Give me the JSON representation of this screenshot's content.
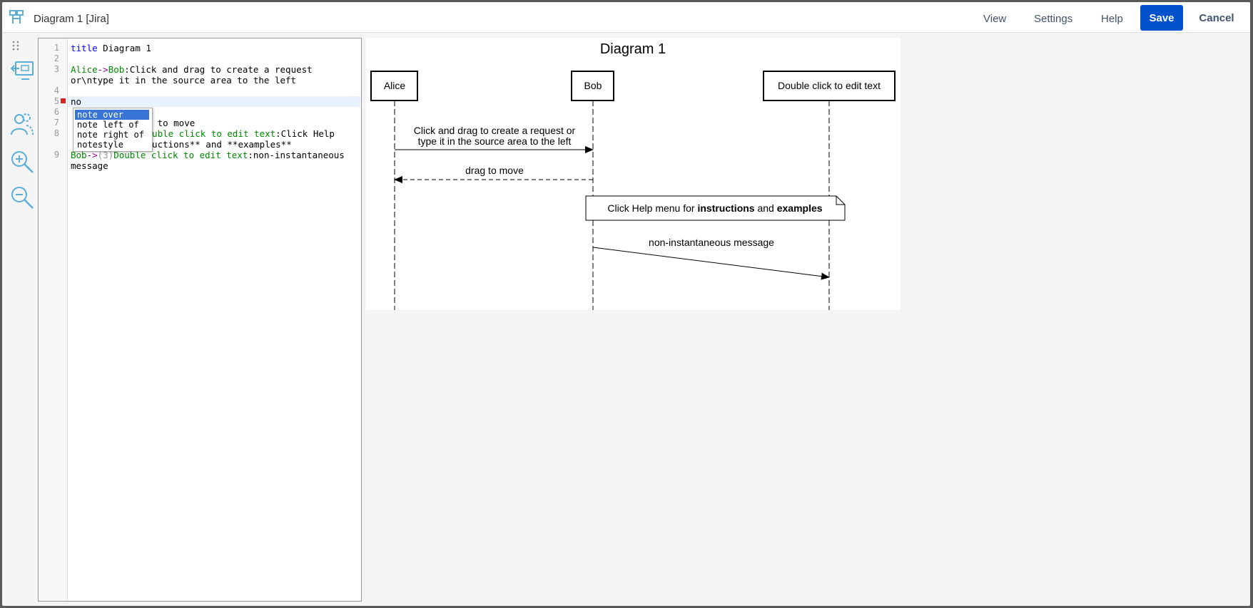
{
  "window": {
    "title": "Diagram 1 [Jira]"
  },
  "menu": {
    "view": "View",
    "settings": "Settings",
    "help": "Help"
  },
  "actions": {
    "save": "Save",
    "cancel": "Cancel"
  },
  "icons": {
    "app": "sequence-diagram-app-icon",
    "grip": "drag-handle-icon",
    "presentation": "presentation-icon",
    "participants": "participants-icon",
    "zoom_in": "zoom-in-icon",
    "zoom_out": "zoom-out-icon"
  },
  "colors": {
    "primary": "#0052cc",
    "icon": "#5aaed8",
    "selection": "#3875d7",
    "error": "#dd2222"
  },
  "editor": {
    "line_numbers": [
      "1",
      "2",
      "3",
      "",
      "4",
      "5",
      "6",
      "7",
      "8",
      "",
      "9",
      ""
    ],
    "lines": {
      "l1_kw": "title",
      "l1_rest": " Diagram 1",
      "l3_a": "Alice",
      "l3_arrow": "->",
      "l3_b": "Bob",
      "l3_msg": ":Click and drag to create a request",
      "l3b": "or\\ntype it in the source area to the left",
      "l5": "no",
      "l7": "ag to move",
      "l8_a": "Double click to edit text",
      "l8_msg": ":Click Help",
      "l8b": "tructions** and **examples**",
      "l9_a": "Bob",
      "l9_arrow": "->",
      "l9_num": "(3)",
      "l9_b": "Double click to edit text",
      "l9_msg": ":non-instantaneous",
      "l9b": "message"
    },
    "autocomplete": [
      "note over",
      "note left of",
      "note right of",
      "notestyle"
    ],
    "autocomplete_selected": 0
  },
  "diagram": {
    "title": "Diagram 1",
    "participants": [
      "Alice",
      "Bob",
      "Double click to edit text"
    ],
    "messages": {
      "m1_line1": "Click and drag to create a request or",
      "m1_line2": "type it in the source area to the left",
      "m2": "drag to move",
      "note_pre": "Click Help menu for ",
      "note_b1": "instructions",
      "note_mid": " and ",
      "note_b2": "examples",
      "m4": "non-instantaneous message"
    }
  }
}
